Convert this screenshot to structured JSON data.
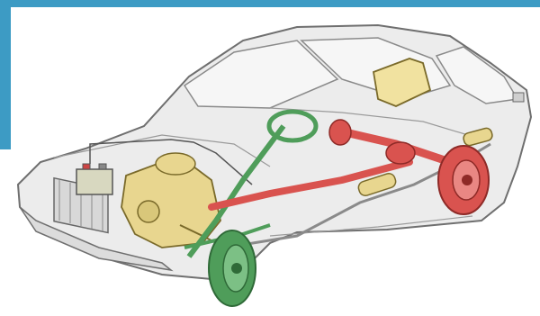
{
  "illustration": {
    "subject": "car-cutaway",
    "colors": {
      "frame_accent": "#3d9bc4",
      "body_outline": "#6f6f6f",
      "body_fill": "#ececec",
      "powertrain_red": "#d9534f",
      "steering_green": "#4f9d5a",
      "engine_tan": "#e8d68f",
      "fuel_tank_tan": "#f1e2a0",
      "battery_fill": "#d8d8c0"
    },
    "components": [
      {
        "name": "engine",
        "color": "#e8d68f"
      },
      {
        "name": "radiator",
        "color": "#d8d8d8"
      },
      {
        "name": "battery",
        "color": "#d8d8c0"
      },
      {
        "name": "steering-wheel",
        "color": "#4f9d5a"
      },
      {
        "name": "steering-column",
        "color": "#4f9d5a"
      },
      {
        "name": "front-wheel",
        "color": "#4f9d5a"
      },
      {
        "name": "drive-shaft",
        "color": "#d9534f"
      },
      {
        "name": "rear-axle",
        "color": "#d9534f"
      },
      {
        "name": "rear-wheel",
        "color": "#d9534f"
      },
      {
        "name": "fuel-tank",
        "color": "#f1e2a0"
      },
      {
        "name": "exhaust-muffler",
        "color": "#e8d68f"
      }
    ]
  }
}
